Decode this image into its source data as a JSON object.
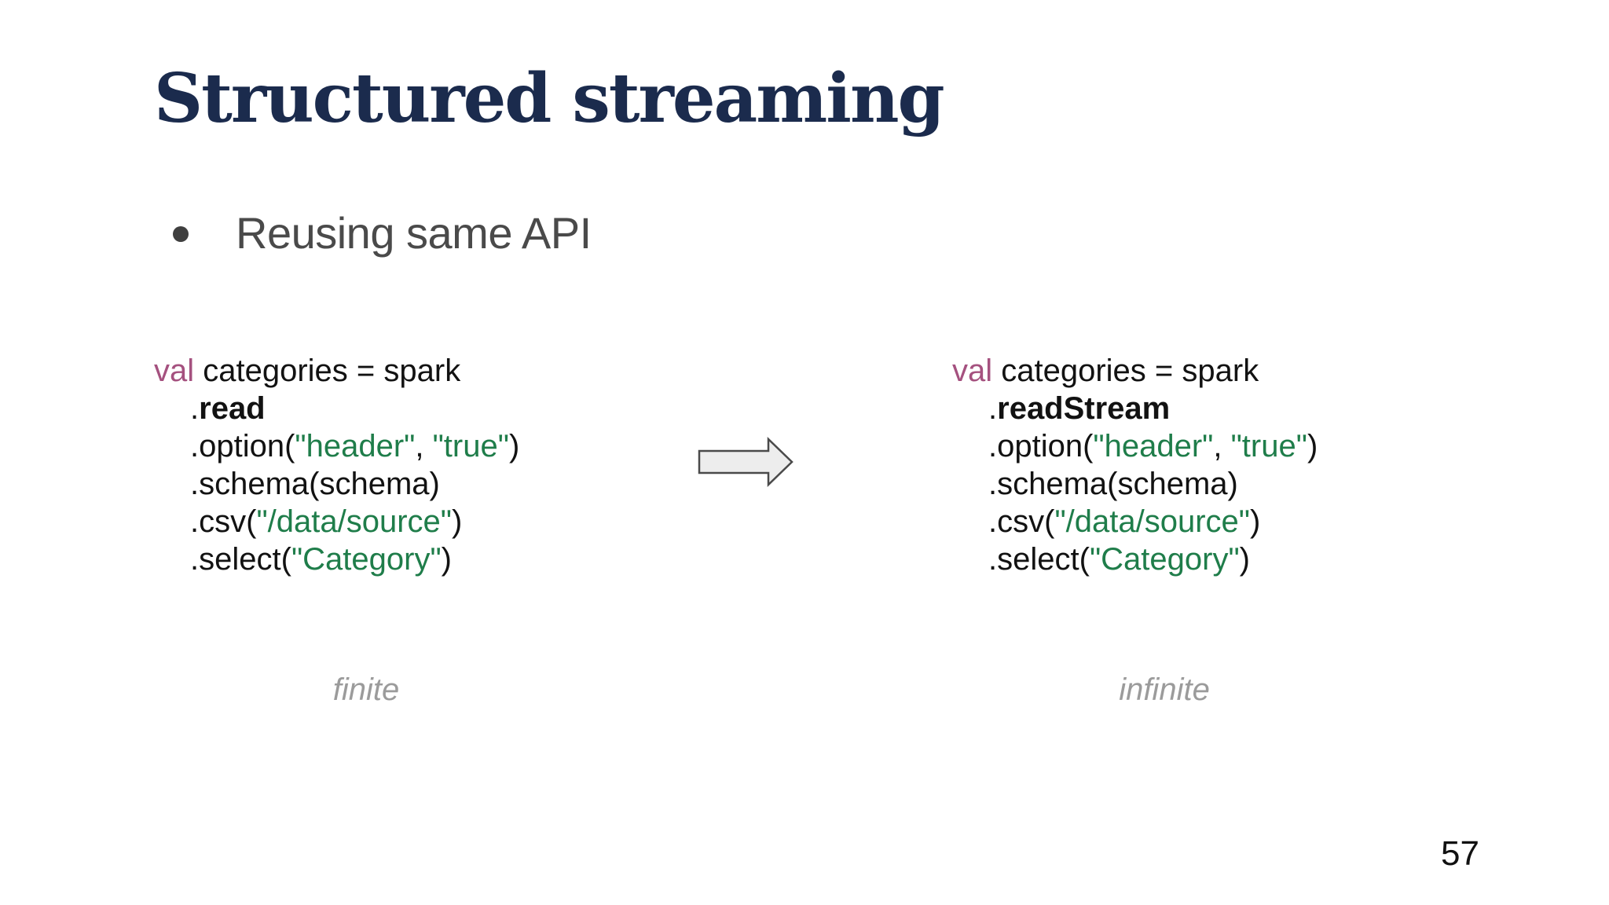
{
  "slide": {
    "title": "Structured streaming",
    "bullet_text": "Reusing same API",
    "page_number": "57"
  },
  "colors": {
    "title": "#1b2b4d",
    "body": "#4a4a4a",
    "bullet-dot": "#3f3f3f",
    "code": "#121212",
    "keyword": "#a5517f",
    "string": "#1f7d4a",
    "caption": "#9b9b9b",
    "arrow-fill": "#ededed",
    "arrow-stroke": "#4a4a4a"
  },
  "code_left": {
    "caption": "finite",
    "lines": [
      {
        "indent": false,
        "tokens": [
          {
            "text": "val",
            "style": "keyword"
          },
          {
            "text": " categories = spark",
            "style": "plain"
          }
        ]
      },
      {
        "indent": true,
        "tokens": [
          {
            "text": ".",
            "style": "plain"
          },
          {
            "text": "read",
            "style": "bold"
          }
        ]
      },
      {
        "indent": true,
        "tokens": [
          {
            "text": ".option(",
            "style": "plain"
          },
          {
            "text": "\"header\"",
            "style": "string"
          },
          {
            "text": ", ",
            "style": "plain"
          },
          {
            "text": "\"true\"",
            "style": "string"
          },
          {
            "text": ")",
            "style": "plain"
          }
        ]
      },
      {
        "indent": true,
        "tokens": [
          {
            "text": ".schema(schema)",
            "style": "plain"
          }
        ]
      },
      {
        "indent": true,
        "tokens": [
          {
            "text": ".csv(",
            "style": "plain"
          },
          {
            "text": "\"/data/source\"",
            "style": "string"
          },
          {
            "text": ")",
            "style": "plain"
          }
        ]
      },
      {
        "indent": true,
        "tokens": [
          {
            "text": ".select(",
            "style": "plain"
          },
          {
            "text": "\"Category\"",
            "style": "string"
          },
          {
            "text": ")",
            "style": "plain"
          }
        ]
      }
    ]
  },
  "code_right": {
    "caption": "infinite",
    "lines": [
      {
        "indent": false,
        "tokens": [
          {
            "text": "val",
            "style": "keyword"
          },
          {
            "text": " categories = spark",
            "style": "plain"
          }
        ]
      },
      {
        "indent": true,
        "tokens": [
          {
            "text": ".",
            "style": "plain"
          },
          {
            "text": "readStream",
            "style": "bold"
          }
        ]
      },
      {
        "indent": true,
        "tokens": [
          {
            "text": ".option(",
            "style": "plain"
          },
          {
            "text": "\"header\"",
            "style": "string"
          },
          {
            "text": ", ",
            "style": "plain"
          },
          {
            "text": "\"true\"",
            "style": "string"
          },
          {
            "text": ")",
            "style": "plain"
          }
        ]
      },
      {
        "indent": true,
        "tokens": [
          {
            "text": ".schema(schema)",
            "style": "plain"
          }
        ]
      },
      {
        "indent": true,
        "tokens": [
          {
            "text": ".csv(",
            "style": "plain"
          },
          {
            "text": "\"/data/source\"",
            "style": "string"
          },
          {
            "text": ")",
            "style": "plain"
          }
        ]
      },
      {
        "indent": true,
        "tokens": [
          {
            "text": ".select(",
            "style": "plain"
          },
          {
            "text": "\"Category\"",
            "style": "string"
          },
          {
            "text": ")",
            "style": "plain"
          }
        ]
      }
    ]
  },
  "icons": {
    "arrow": "right-block-arrow"
  }
}
